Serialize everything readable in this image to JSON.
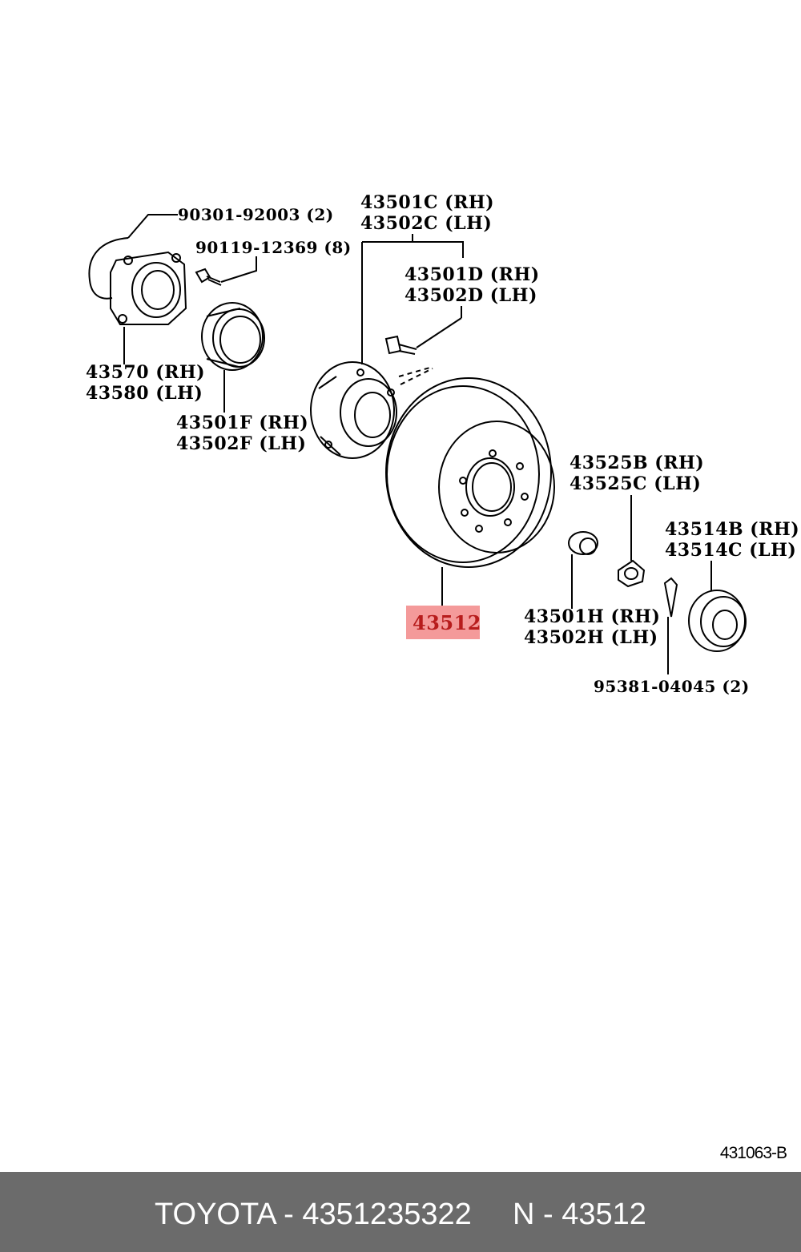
{
  "diagram": {
    "callouts": [
      {
        "id": "hub-bolt-nut",
        "lines": [
          "90301-92003 (2)"
        ]
      },
      {
        "id": "hub-bolt",
        "lines": [
          "90119-12369 (8)"
        ]
      },
      {
        "id": "hub-assembly",
        "lines": [
          "43501C (RH)",
          "43502C (LH)"
        ]
      },
      {
        "id": "hub-stud",
        "lines": [
          "43501D (RH)",
          "43502D (LH)"
        ]
      },
      {
        "id": "steering-knuckle",
        "lines": [
          "43570 (RH)",
          "43580 (LH)"
        ]
      },
      {
        "id": "bearing",
        "lines": [
          "43501F (RH)",
          "43502F (LH)"
        ]
      },
      {
        "id": "adjusting-nut",
        "lines": [
          "43525B (RH)",
          "43525C (LH)"
        ]
      },
      {
        "id": "grease-cap",
        "lines": [
          "43514B (RH)",
          "43514C (LH)"
        ]
      },
      {
        "id": "washer-nut",
        "lines": [
          "43501H (RH)",
          "43502H (LH)"
        ]
      },
      {
        "id": "cotter-pin",
        "lines": [
          "95381-04045 (2)"
        ]
      }
    ],
    "highlighted_part": "43512",
    "reference_code": "431063-B",
    "highlight_color": "#f49a9a"
  },
  "footer": {
    "left_text": "TOYOTA - 4351235322",
    "right_text": "N - 43512",
    "background_color": "#6b6b6b"
  }
}
